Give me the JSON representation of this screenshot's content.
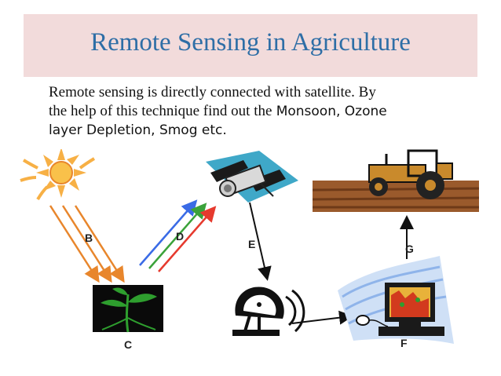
{
  "slide": {
    "title": "Remote Sensing in Agriculture",
    "paragraph_line1": "Remote sensing is directly connected with satellite. By",
    "paragraph_line2": "the help of this technique find out the",
    "paragraph_line2_sans": "Monsoon, Ozone",
    "paragraph_line3": "layer Depletion, Smog etc."
  },
  "diagram": {
    "labels": {
      "b": "B",
      "c": "C",
      "d": "D",
      "e": "E",
      "f": "F",
      "g": "G"
    },
    "icons": [
      "sun-icon",
      "plant-icon",
      "satellite-icon",
      "satellite-dish-icon",
      "computer-icon",
      "tractor-icon"
    ],
    "colors": {
      "sun": "#f4a23a",
      "sun_rays": "#e8862c",
      "plant_bg": "#0a0a0a",
      "plant": "#2e9e2e",
      "arrow_red": "#e63a2e",
      "arrow_green": "#3aa23a",
      "arrow_blue": "#3a6be6",
      "soil": "#9a5a2c",
      "tractor": "#c98a2c",
      "screen_wave": "#8fb4ea"
    }
  }
}
